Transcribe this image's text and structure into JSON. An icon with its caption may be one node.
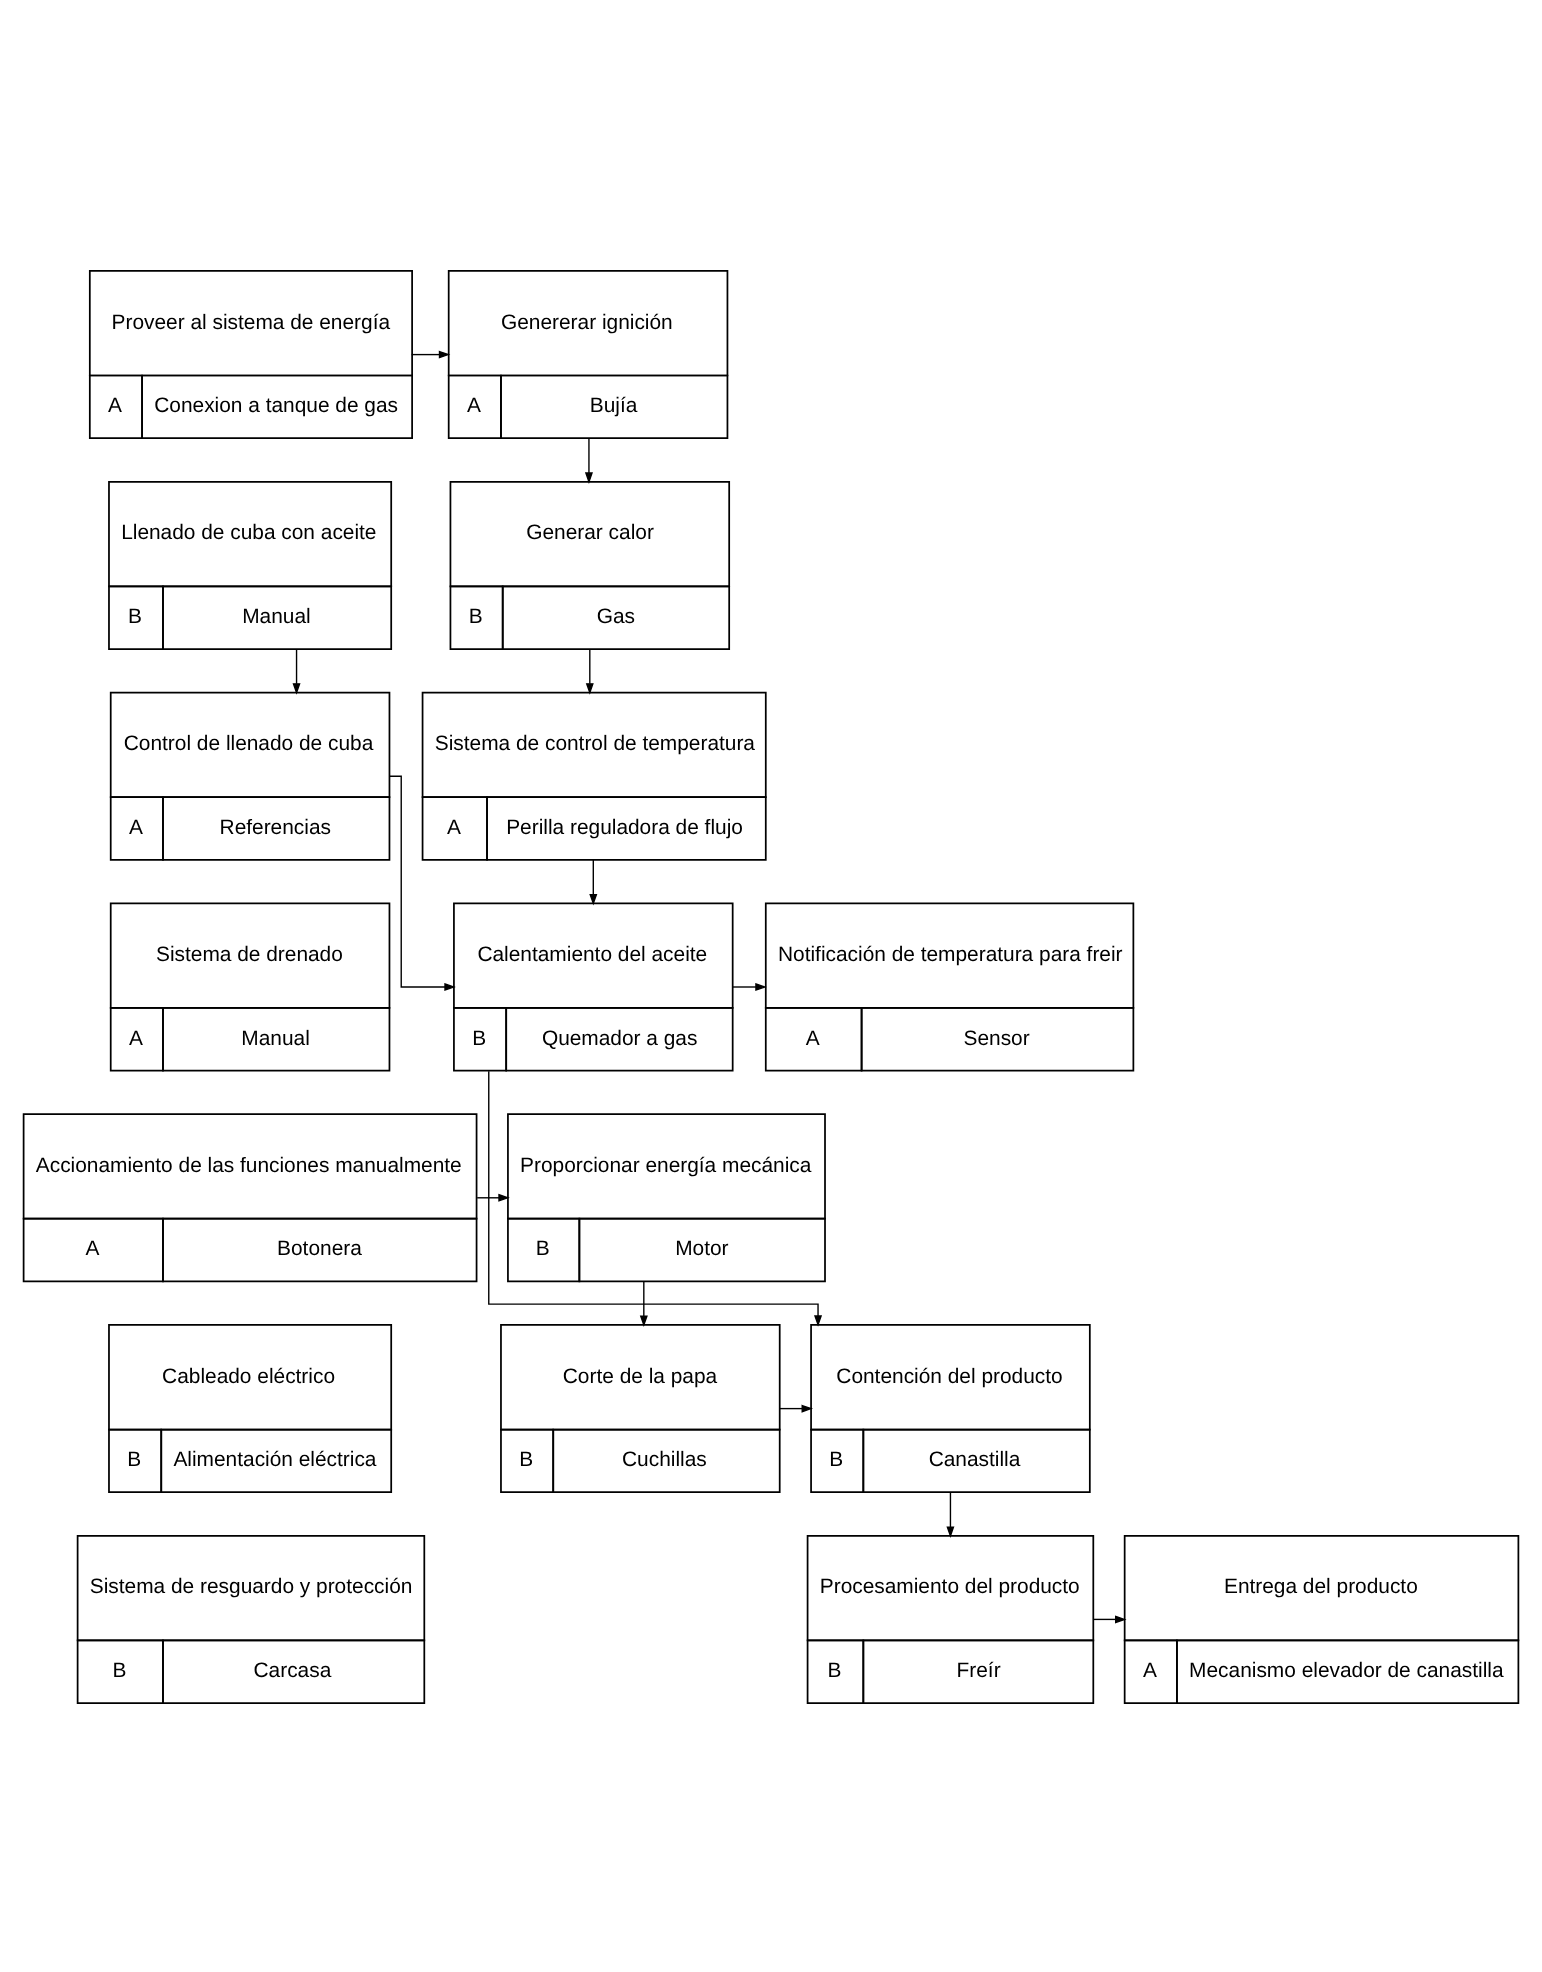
{
  "diagram": {
    "nodes": [
      {
        "text": [
          "Proveer al sistema de energía",
          "A",
          "Conexion a tanque de gas"
        ]
      },
      {
        "text": [
          "Genererar ignición",
          "A",
          "Bujía"
        ]
      },
      {
        "text": [
          "Llenado de cuba con aceite",
          "B",
          "Manual"
        ]
      },
      {
        "text": [
          "Generar calor",
          "B",
          "Gas"
        ]
      },
      {
        "text": [
          "Control de llenado de cuba",
          "A",
          "Referencias"
        ]
      },
      {
        "text": [
          "Sistema de control de temperatura",
          "A",
          "Perilla reguladora de flujo"
        ]
      },
      {
        "text": [
          "Sistema de drenado",
          "A",
          "Manual"
        ]
      },
      {
        "text": [
          "Calentamiento del aceite",
          "B",
          "Quemador a gas"
        ]
      },
      {
        "text": [
          "Notificación de temperatura para freir",
          "A",
          "Sensor"
        ]
      },
      {
        "text": [
          "Accionamiento de las funciones manualmente",
          "A",
          "Botonera"
        ]
      },
      {
        "text": [
          "Proporcionar energía mecánica",
          "B",
          "Motor"
        ]
      },
      {
        "text": [
          "Cableado eléctrico",
          "B",
          "Alimentación eléctrica"
        ]
      },
      {
        "text": [
          "Corte de la papa",
          "B",
          "Cuchillas"
        ]
      },
      {
        "text": [
          "Contención del producto",
          "B",
          "Canastilla"
        ]
      },
      {
        "text": [
          "Sistema de resguardo y protección",
          "B",
          "Carcasa"
        ]
      },
      {
        "text": [
          "Procesamiento del producto",
          "B",
          "Freír"
        ]
      },
      {
        "text": [
          "Entrega del producto",
          "A",
          "Mecanismo elevador de canastilla"
        ]
      }
    ],
    "edges": [
      {
        "from": 0,
        "to": 1,
        "arrow": "to"
      },
      {
        "from": 1,
        "to": 3,
        "arrow": "to"
      },
      {
        "from": 2,
        "to": 4,
        "arrow": "to"
      },
      {
        "from": 3,
        "to": 5,
        "arrow": "to"
      },
      {
        "from": 4,
        "to": 7,
        "arrow": "to"
      },
      {
        "from": 5,
        "to": 7,
        "arrow": "to"
      },
      {
        "from": 7,
        "to": 8,
        "arrow": "to"
      },
      {
        "from": 7,
        "to": 13,
        "arrow": "to"
      },
      {
        "from": 9,
        "to": 10,
        "arrow": "to"
      },
      {
        "from": 10,
        "to": 12,
        "arrow": "to"
      },
      {
        "from": 12,
        "to": 13,
        "arrow": "to"
      },
      {
        "from": 13,
        "to": 15,
        "arrow": "to"
      },
      {
        "from": 15,
        "to": 16,
        "arrow": "to"
      }
    ]
  }
}
